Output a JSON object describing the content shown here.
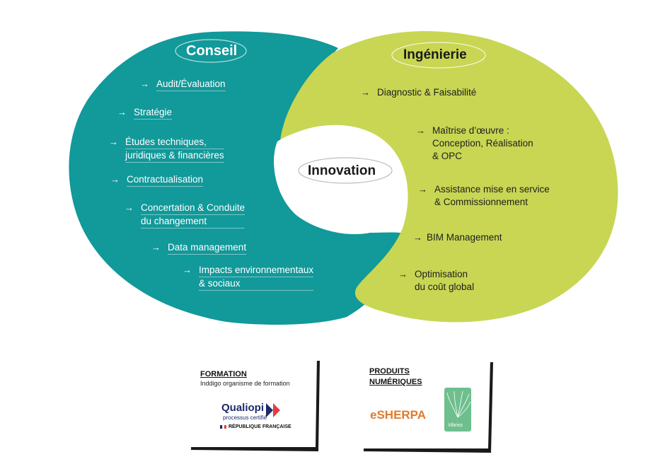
{
  "colors": {
    "teal": "#12999a",
    "lime": "#c8d653",
    "dark": "#1a1a1a"
  },
  "conseil": {
    "title": "Conseil",
    "items": [
      [
        "Audit/Évaluation"
      ],
      [
        "Stratégie"
      ],
      [
        "Études techniques,",
        "juridiques & financières"
      ],
      [
        "Contractualisation"
      ],
      [
        "Concertation & Conduite",
        "du changement"
      ],
      [
        "Data management"
      ],
      [
        "Impacts environnementaux",
        "& sociaux"
      ]
    ]
  },
  "ingenierie": {
    "title": "Ingénierie",
    "items": [
      [
        "Diagnostic & Faisabilité"
      ],
      [
        "Maîtrise d’œuvre :",
        "Conception, Réalisation",
        "& OPC"
      ],
      [
        "Assistance mise en service",
        "& Commissionnement"
      ],
      [
        "BIM Management"
      ],
      [
        "Optimisation",
        "du coût global"
      ]
    ]
  },
  "innovation": {
    "title": "Innovation"
  },
  "arrow_glyph": "→",
  "formation": {
    "title": "FORMATION",
    "subtitle": "Inddigo organisme de formation",
    "qualiopi": "Qualiopi",
    "qualiopi_sub": "processus certifié",
    "republique": "RÉPUBLIQUE FRANÇAISE"
  },
  "produits": {
    "title_line1": "PRODUITS",
    "title_line2": "NUMÉRIQUES",
    "esherpa": "eSHERPA",
    "vibriss": "Vibriss"
  }
}
